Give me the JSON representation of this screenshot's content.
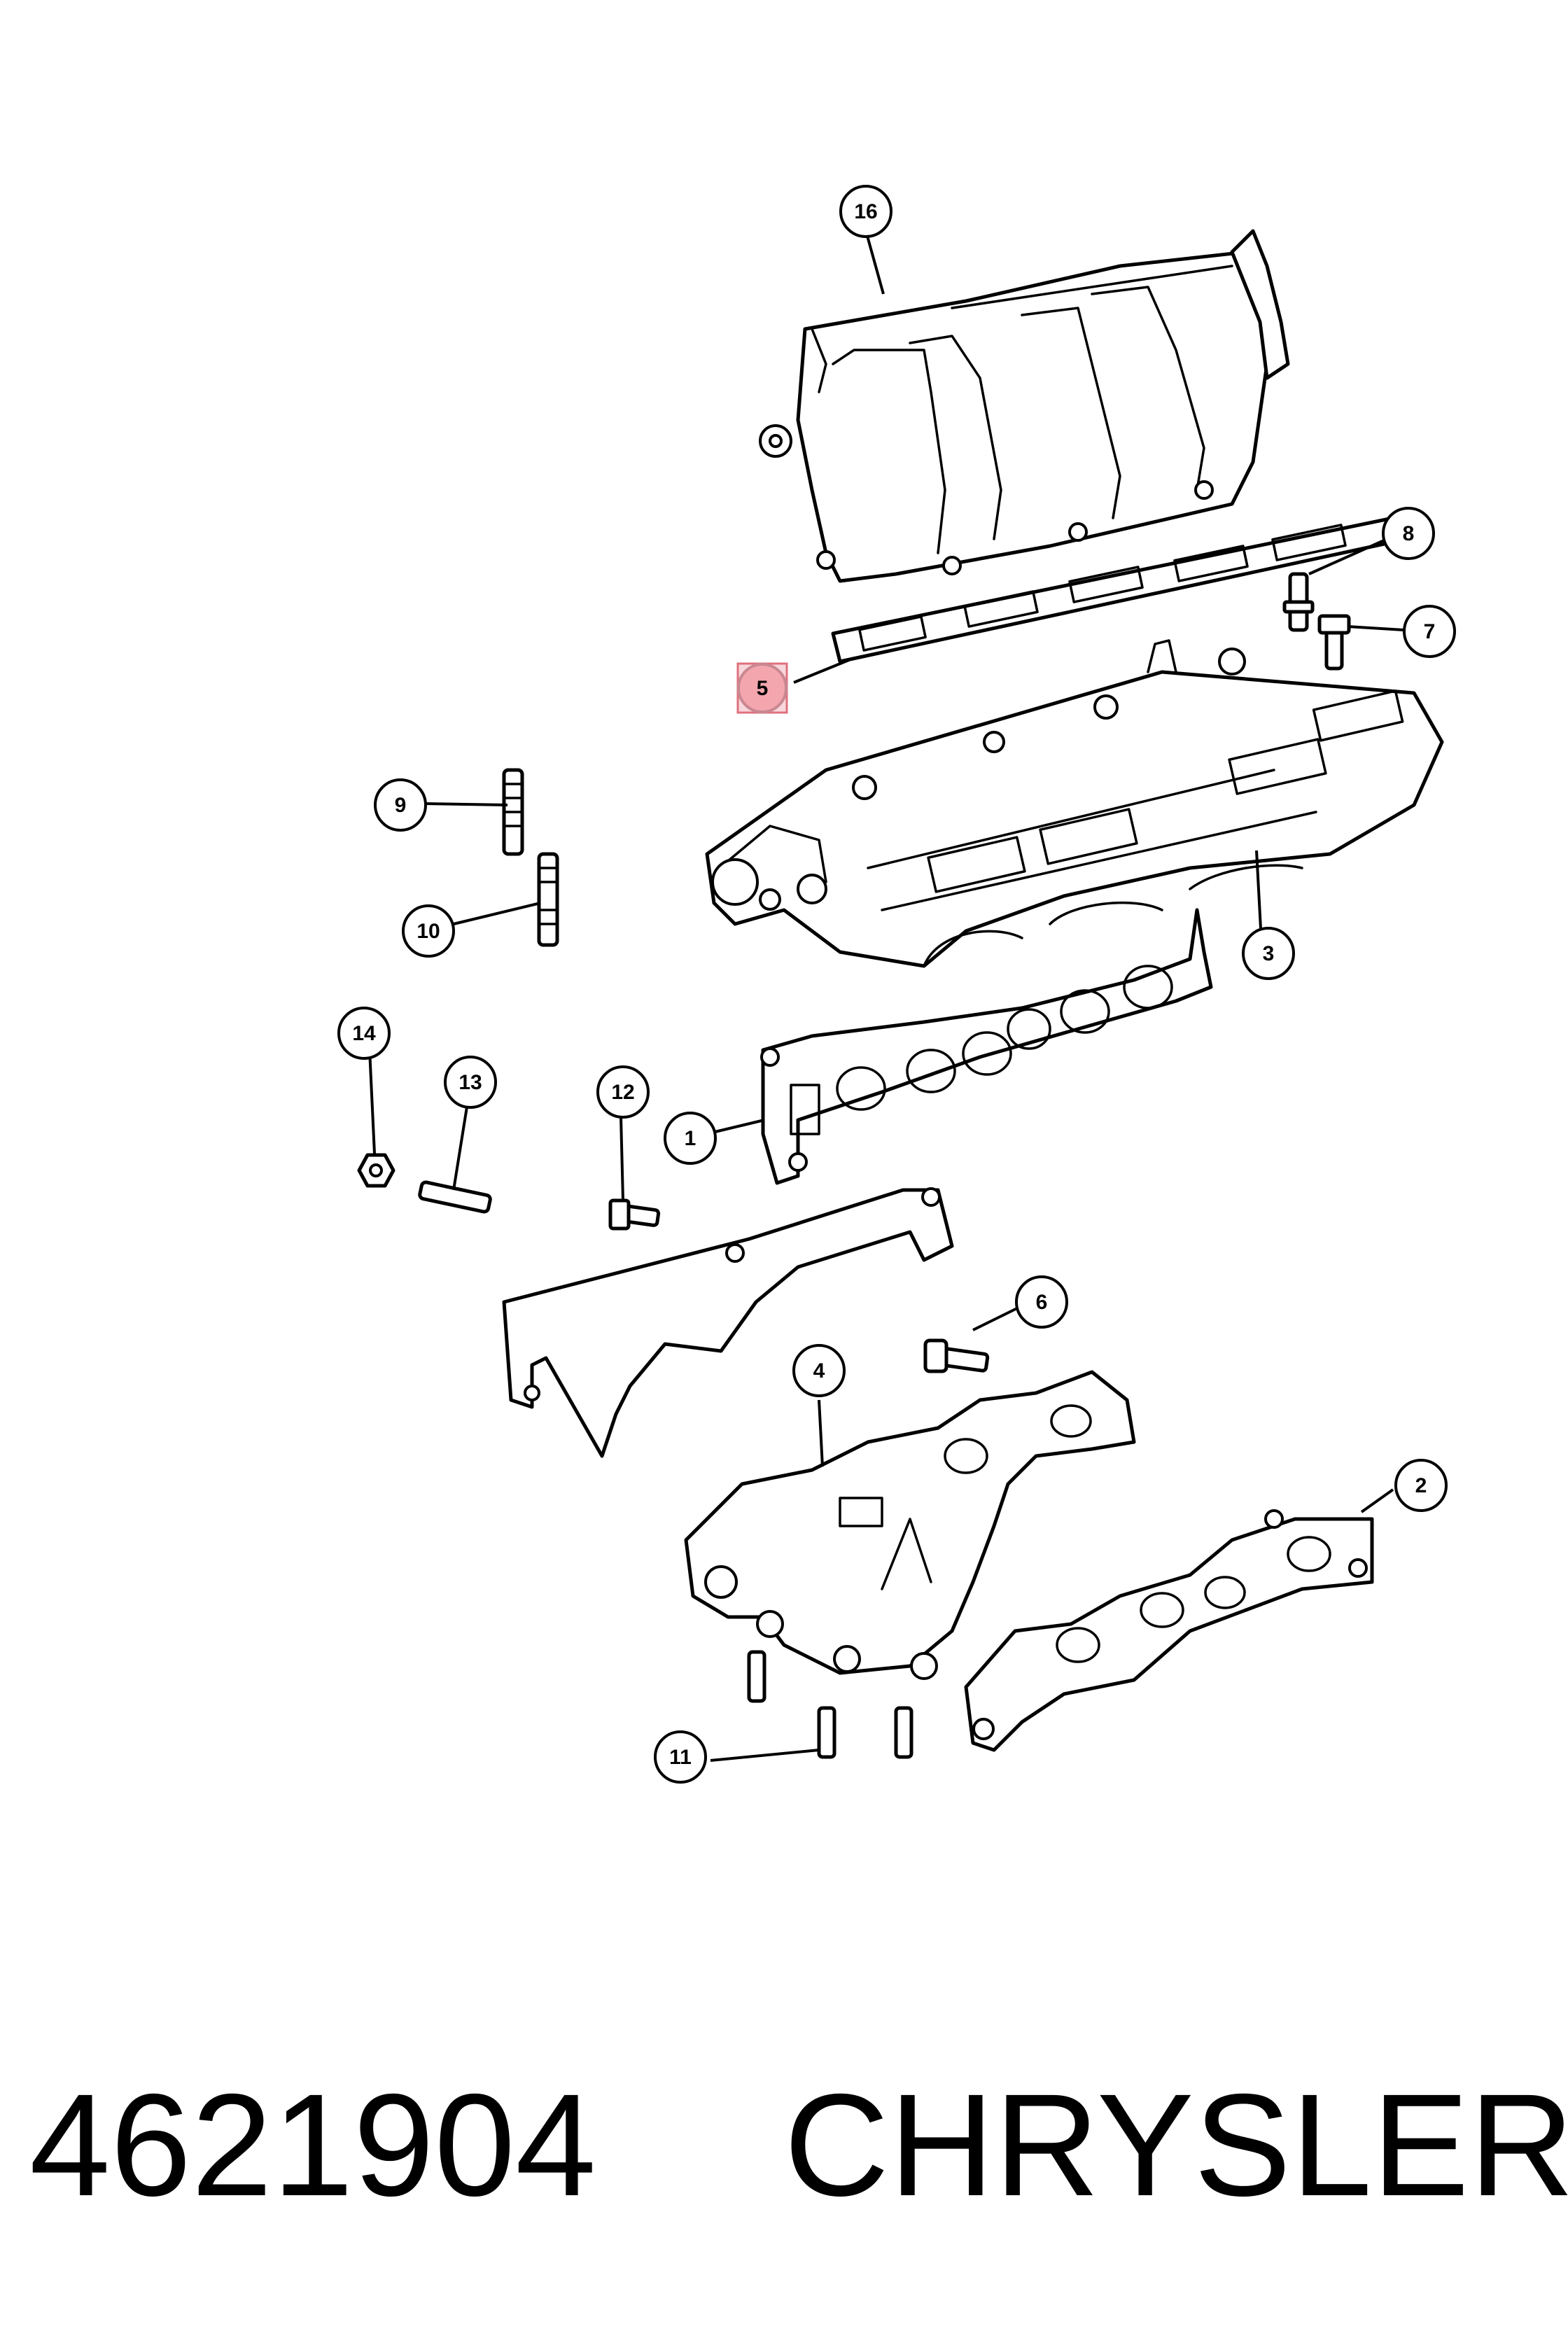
{
  "diagram": {
    "callouts": {
      "c1": "1",
      "c2": "2",
      "c3": "3",
      "c4": "4",
      "c5": "5",
      "c6": "6",
      "c7": "7",
      "c8": "8",
      "c9": "9",
      "c10": "10",
      "c11": "11",
      "c12": "12",
      "c13": "13",
      "c14": "14",
      "c16": "16"
    },
    "highlighted_callout": "5",
    "highlight_color": "#f4a6ae"
  },
  "footer": {
    "part_number": "4621904",
    "brand": "CHRYSLER"
  }
}
